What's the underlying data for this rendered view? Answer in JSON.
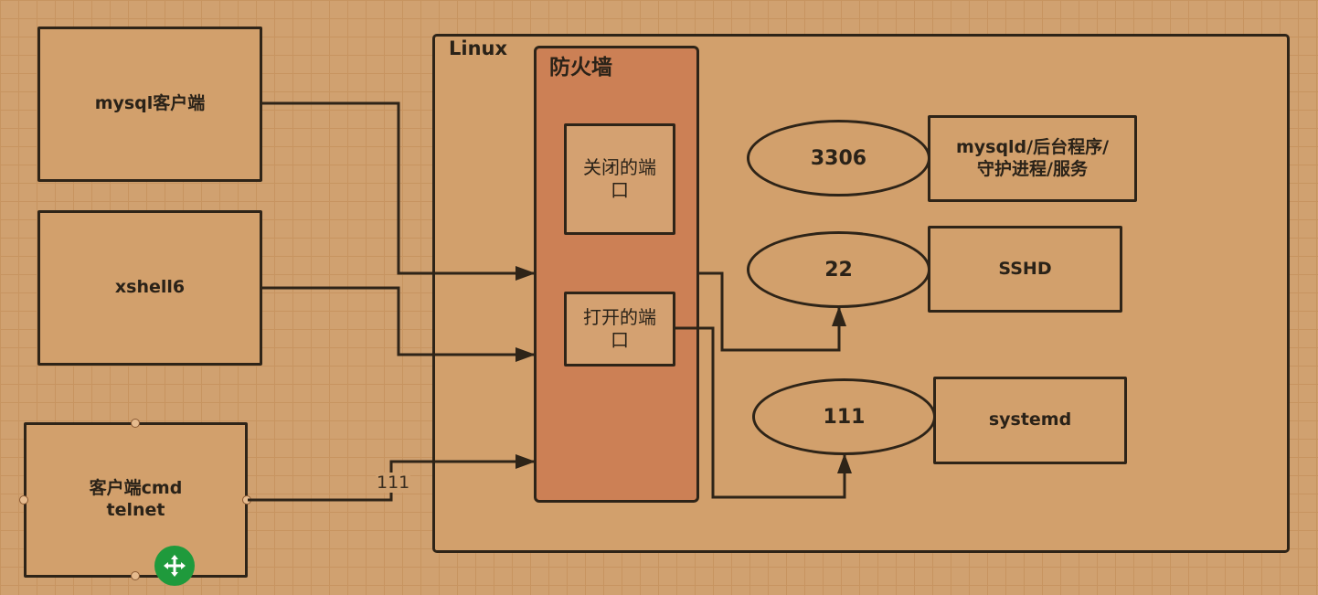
{
  "clients": {
    "mysql": "mysql客户端",
    "xshell": "xshell6",
    "cmd_line1": "客户端cmd",
    "cmd_line2": "telnet"
  },
  "linux": {
    "title": "Linux"
  },
  "firewall": {
    "title": "防火墙",
    "closed_port_line1": "关闭的端",
    "closed_port_line2": "口",
    "open_port_line1": "打开的端",
    "open_port_line2": "口"
  },
  "ports": [
    {
      "number": "3306",
      "service_line1": "mysqld/后台程序/",
      "service_line2": "守护进程/服务"
    },
    {
      "number": "22",
      "service_line1": "SSHD",
      "service_line2": ""
    },
    {
      "number": "111",
      "service_line1": "systemd",
      "service_line2": ""
    }
  ],
  "connector_label": "111",
  "colors": {
    "canvas": "#d0a170",
    "firewall_fill": "#cc8055",
    "stroke": "#2e2418",
    "move_handle": "#1f9a3c"
  },
  "icons": {
    "move_handle": "move-arrows-icon"
  }
}
